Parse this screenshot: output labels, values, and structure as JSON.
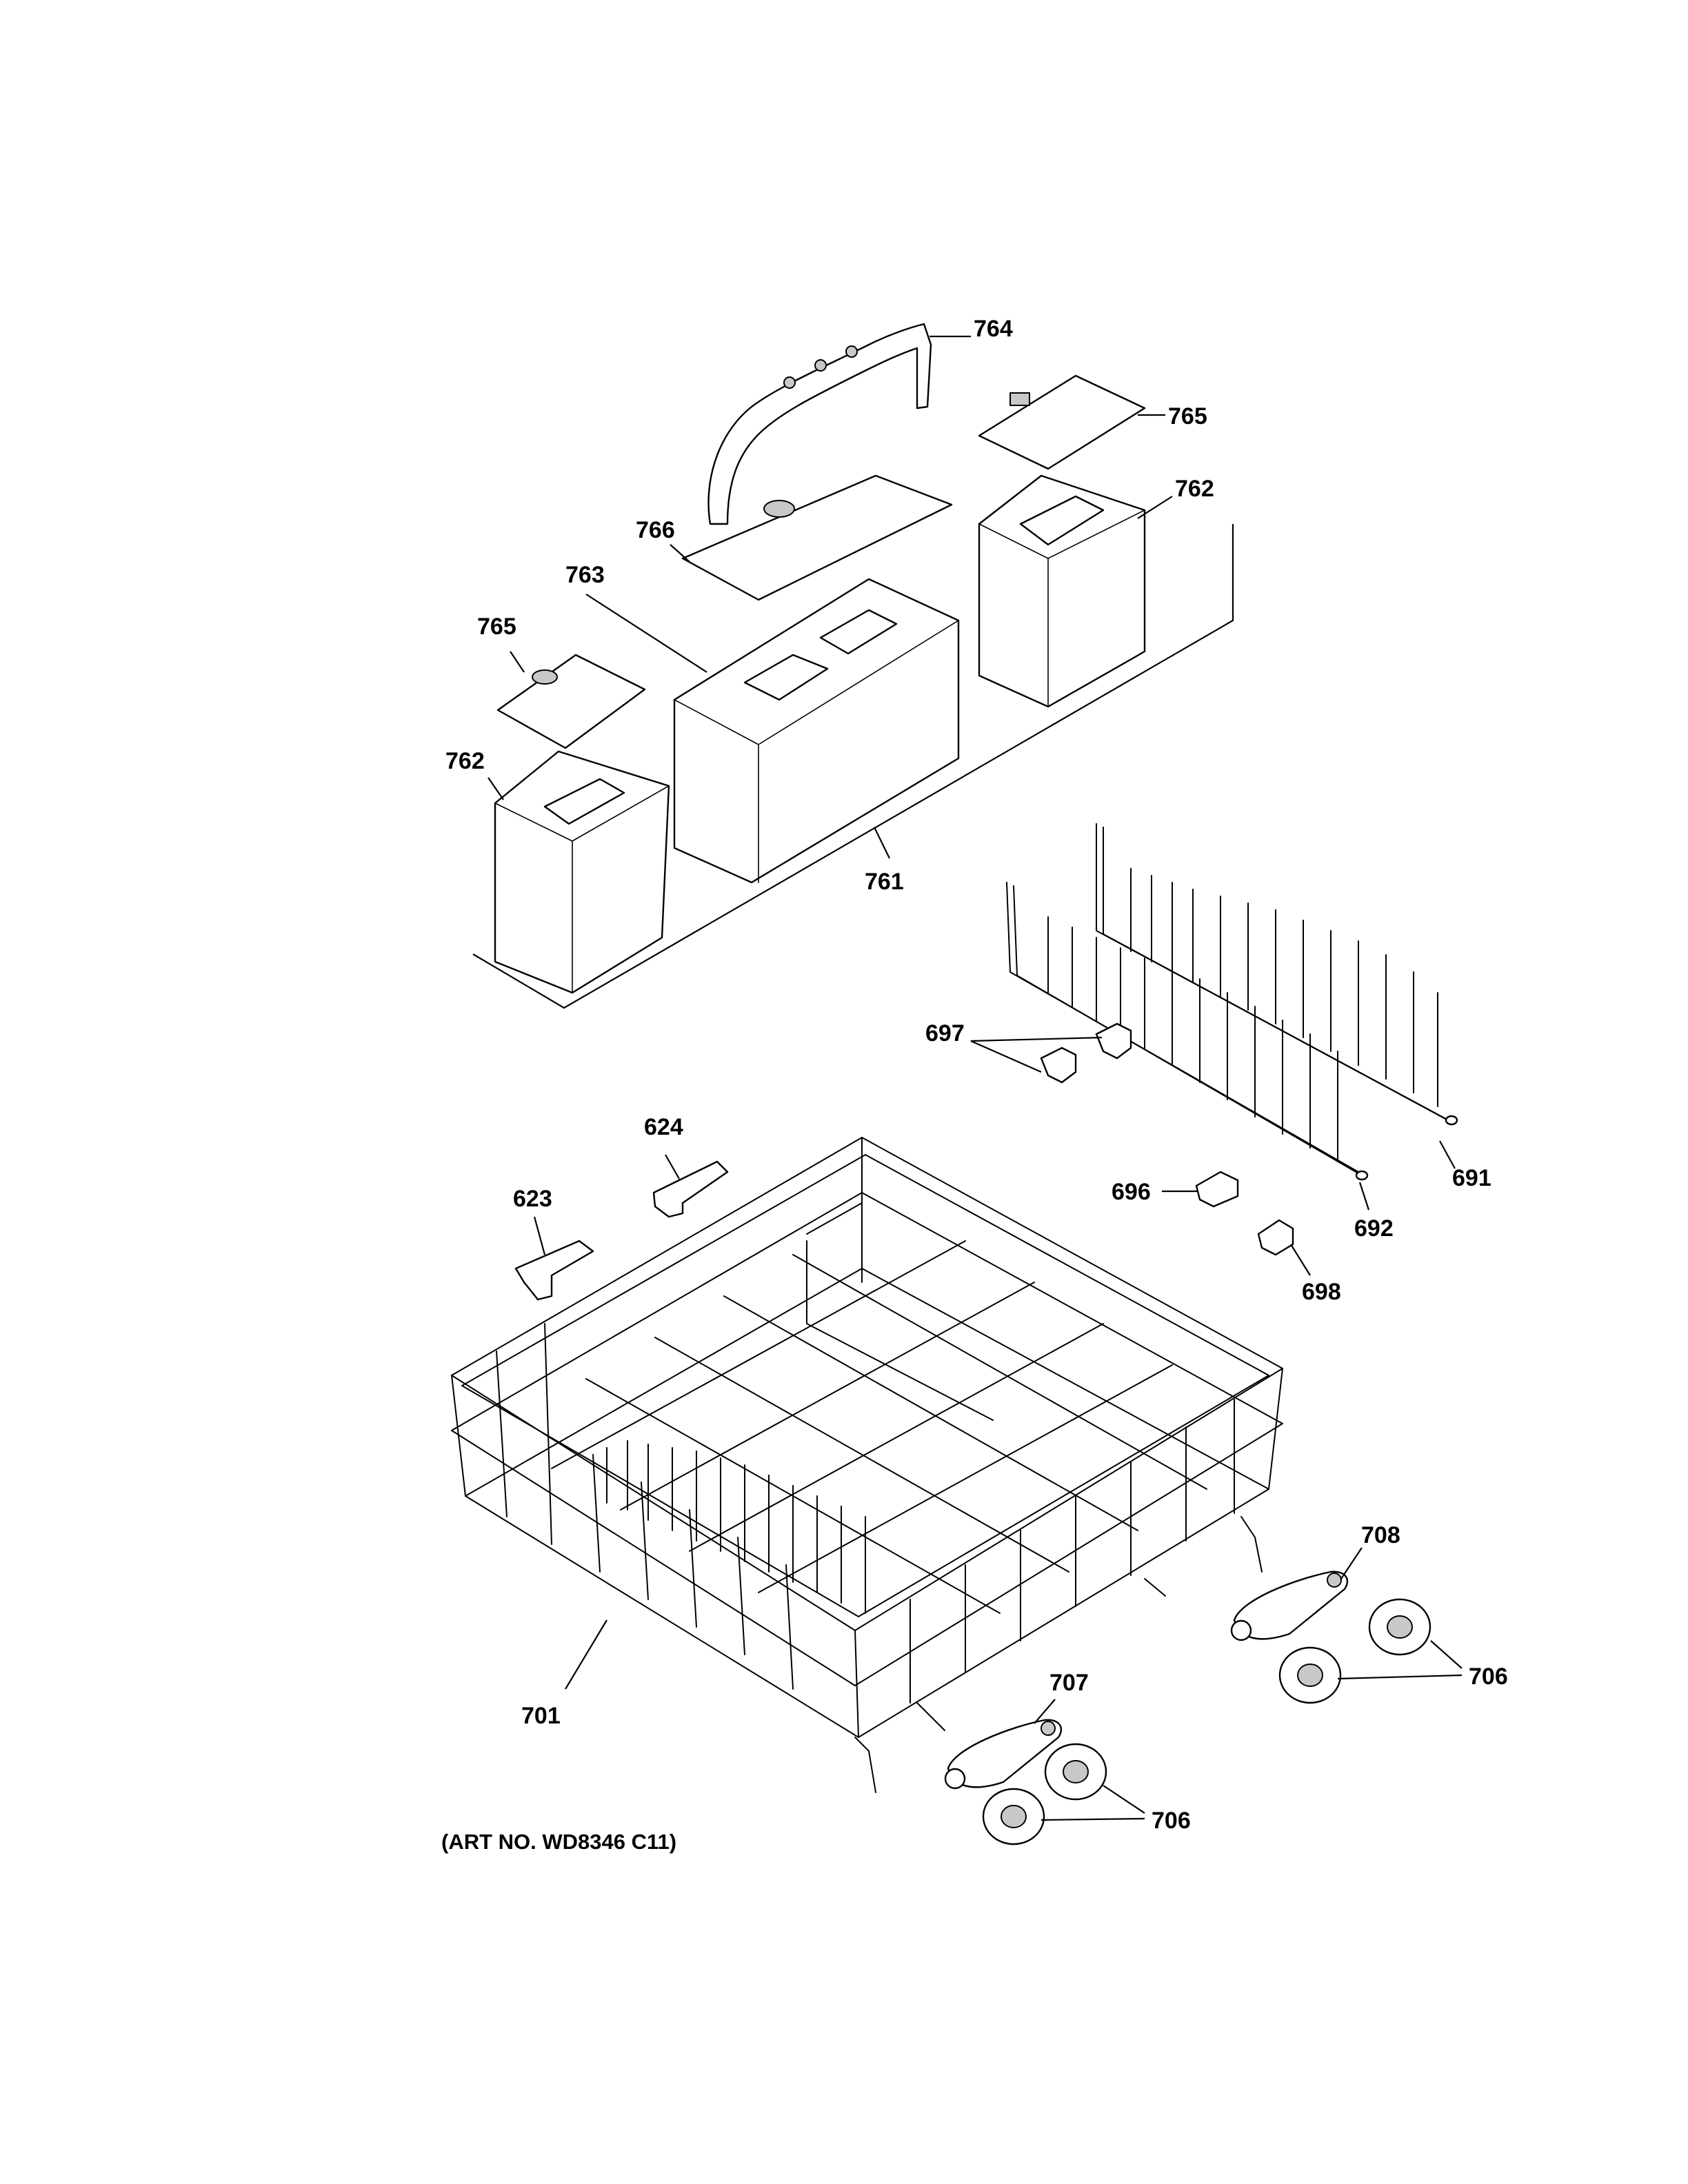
{
  "labels": [
    {
      "text": "764",
      "part": "basket handle"
    },
    {
      "text": "765",
      "part": "basket cover (right)"
    },
    {
      "text": "762",
      "part": "small basket (right)"
    },
    {
      "text": "766",
      "part": "basket cover (center)"
    },
    {
      "text": "763",
      "part": "center basket"
    },
    {
      "text": "765",
      "part": "basket cover (left)"
    },
    {
      "text": "762",
      "part": "small basket (left)"
    },
    {
      "text": "761",
      "part": "silverware basket assembly"
    },
    {
      "text": "697",
      "part": "tine clips"
    },
    {
      "text": "691",
      "part": "tine row rear"
    },
    {
      "text": "692",
      "part": "tine row front"
    },
    {
      "text": "696",
      "part": "tine clip"
    },
    {
      "text": "698",
      "part": "tine clip"
    },
    {
      "text": "624",
      "part": "rack clip"
    },
    {
      "text": "623",
      "part": "rack clip"
    },
    {
      "text": "708",
      "part": "wheel carrier rear"
    },
    {
      "text": "706",
      "part": "wheels rear"
    },
    {
      "text": "707",
      "part": "wheel carrier front"
    },
    {
      "text": "706",
      "part": "wheels front"
    },
    {
      "text": "701",
      "part": "lower rack"
    }
  ],
  "art_number": "(ART NO. WD8346 C11)"
}
